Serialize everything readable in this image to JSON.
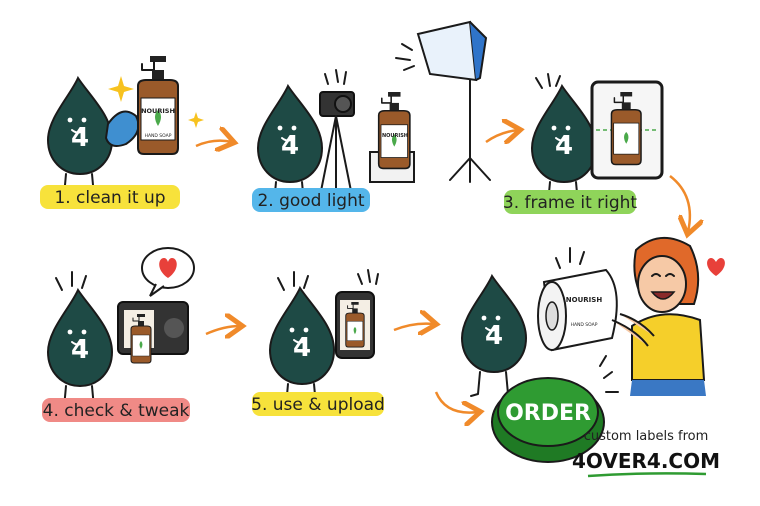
{
  "mascot": {
    "number": "4"
  },
  "bottle": {
    "brand": "NOURISH",
    "product": "HAND SOAP"
  },
  "steps": [
    {
      "label": "1. clean it up",
      "color": "#f7e23b"
    },
    {
      "label": "2. good light",
      "color": "#54b6ea"
    },
    {
      "label": "3. frame it right",
      "color": "#8fd45a"
    },
    {
      "label": "4. check & tweak",
      "color": "#f08a86"
    },
    {
      "label": "5. use & upload",
      "color": "#f7e23b"
    }
  ],
  "order_button": {
    "label": "ORDER",
    "color": "#2f9b32"
  },
  "cta": {
    "line1": "custom labels from",
    "brand": "4OVER4.COM"
  },
  "icons": [
    "sparkle-icon",
    "arrow-icon",
    "camera-icon",
    "heart-icon",
    "phone-icon",
    "tripod-icon",
    "softbox-lamp-icon"
  ]
}
